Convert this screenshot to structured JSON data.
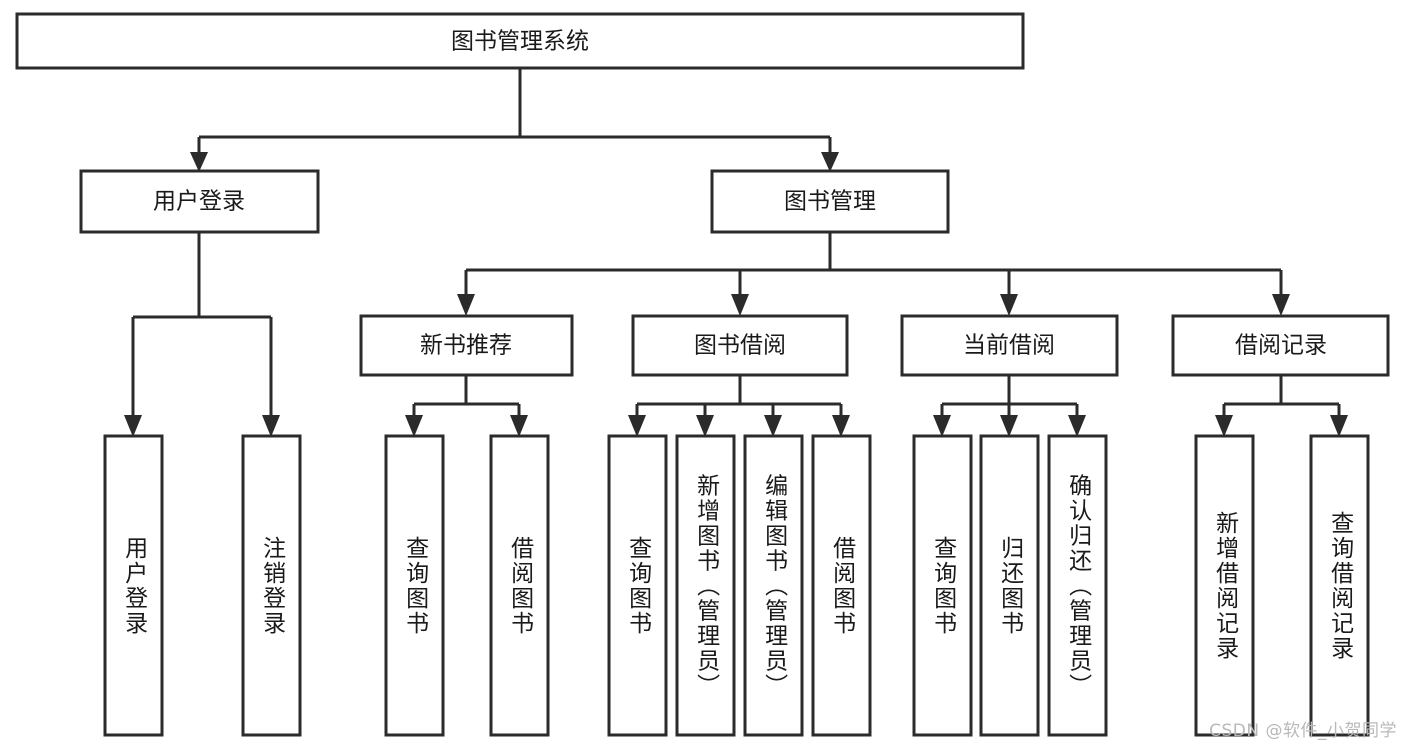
{
  "diagram": {
    "title": "图书管理系统",
    "type": "tree",
    "watermark": "CSDN @软件_小贺同学",
    "colors": {
      "stroke": "#2b2b2b",
      "fill": "#ffffff",
      "text": "#1a1a1a",
      "watermark": "#b9b9b9"
    },
    "nodes": {
      "root": {
        "label": "图书管理系统",
        "orientation": "horizontal"
      },
      "level1": [
        {
          "id": "user-login",
          "label": "用户登录",
          "orientation": "horizontal"
        },
        {
          "id": "book-management",
          "label": "图书管理",
          "orientation": "horizontal"
        }
      ],
      "level2": [
        {
          "id": "new-book-recommend",
          "label": "新书推荐",
          "orientation": "horizontal"
        },
        {
          "id": "book-borrow",
          "label": "图书借阅",
          "orientation": "horizontal"
        },
        {
          "id": "current-borrow",
          "label": "当前借阅",
          "orientation": "horizontal"
        },
        {
          "id": "borrow-record",
          "label": "借阅记录",
          "orientation": "horizontal"
        }
      ],
      "leaves": [
        {
          "id": "leaf-user-login",
          "label": "用户登录",
          "parent": "user-login",
          "orientation": "vertical"
        },
        {
          "id": "leaf-user-logout",
          "label": "注销登录",
          "parent": "user-login",
          "orientation": "vertical"
        },
        {
          "id": "leaf-query-book-1",
          "label": "查询图书",
          "parent": "new-book-recommend",
          "orientation": "vertical"
        },
        {
          "id": "leaf-borrow-book-1",
          "label": "借阅图书",
          "parent": "new-book-recommend",
          "orientation": "vertical"
        },
        {
          "id": "leaf-query-book-2",
          "label": "查询图书",
          "parent": "book-borrow",
          "orientation": "vertical"
        },
        {
          "id": "leaf-add-book",
          "label": "新增图书（管理员）",
          "parent": "book-borrow",
          "orientation": "vertical"
        },
        {
          "id": "leaf-edit-book",
          "label": "编辑图书（管理员）",
          "parent": "book-borrow",
          "orientation": "vertical"
        },
        {
          "id": "leaf-borrow-book-2",
          "label": "借阅图书",
          "parent": "book-borrow",
          "orientation": "vertical"
        },
        {
          "id": "leaf-query-book-3",
          "label": "查询图书",
          "parent": "current-borrow",
          "orientation": "vertical"
        },
        {
          "id": "leaf-return-book",
          "label": "归还图书",
          "parent": "current-borrow",
          "orientation": "vertical"
        },
        {
          "id": "leaf-confirm-return",
          "label": "确认归还（管理员）",
          "parent": "current-borrow",
          "orientation": "vertical"
        },
        {
          "id": "leaf-add-record",
          "label": "新增借阅记录",
          "parent": "borrow-record",
          "orientation": "vertical"
        },
        {
          "id": "leaf-query-record",
          "label": "查询借阅记录",
          "parent": "borrow-record",
          "orientation": "vertical"
        }
      ]
    }
  }
}
